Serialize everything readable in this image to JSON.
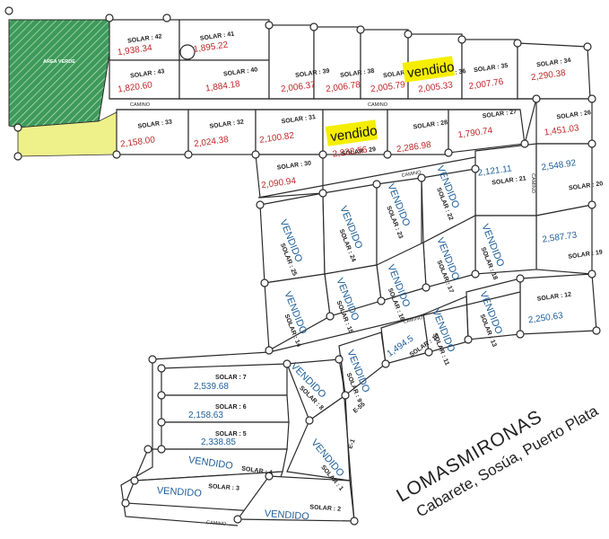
{
  "title": "LOMASMIRONAS",
  "subtitle": "Cabarete, Sosúa, Puerto Plata",
  "area_verde": "AREA VERDE",
  "road_label": "CAMINO",
  "sticky_label": "vendido",
  "colors": {
    "lot_area_red": "#c0282a",
    "lot_area_blue": "#1e5e9a",
    "green_area": "#3e9a5a",
    "sticky": "#f5ee00",
    "reserve_yellow": "#eef08a"
  },
  "lots": [
    {
      "name": "SOLAR : 42",
      "area": "1,938.34"
    },
    {
      "name": "SOLAR : 41",
      "area": "1,895.22"
    },
    {
      "name": "SOLAR : 43",
      "area": "1,820.60"
    },
    {
      "name": "SOLAR : 40",
      "area": "1,884.18"
    },
    {
      "name": "SOLAR : 39",
      "area": "2,006.37"
    },
    {
      "name": "SOLAR : 38",
      "area": "2,006.78"
    },
    {
      "name": "SOLAR : 37",
      "area": "2,005.79"
    },
    {
      "name": "SOLAR : 36",
      "area": "2,005.33"
    },
    {
      "name": "SOLAR : 35",
      "area": "2,007.76"
    },
    {
      "name": "SOLAR : 34",
      "area": "2,290.38"
    },
    {
      "name": "SOLAR : 33",
      "area": "2,158.00"
    },
    {
      "name": "SOLAR : 32",
      "area": "2,024.38"
    },
    {
      "name": "SOLAR : 31",
      "area": "2,100.82"
    },
    {
      "name": "SOLAR : 29",
      "area": "2,833.56"
    },
    {
      "name": "SOLAR : 28",
      "area": "2,286.98"
    },
    {
      "name": "SOLAR : 27",
      "area": "1,790.74"
    },
    {
      "name": "SOLAR : 26",
      "area": "1,451.03"
    },
    {
      "name": "SOLAR : 30",
      "area": "2,090.94"
    },
    {
      "name": "SOLAR : 21",
      "area": "2,121.11"
    },
    {
      "name": "SOLAR : 20",
      "area": "2,548.92"
    },
    {
      "name": "SOLAR : 19",
      "area": "2,587.73"
    },
    {
      "name": "SOLAR : 12",
      "area": "2,250.63"
    },
    {
      "name": "SOLAR : 10",
      "area": "1,494.5"
    },
    {
      "name": "SOLAR : 7",
      "area": "2,539.68"
    },
    {
      "name": "SOLAR : 6",
      "area": "2,158.63"
    },
    {
      "name": "SOLAR : 5",
      "area": "2,338.85"
    }
  ],
  "sold_lots": [
    {
      "name": "SOLAR : 25",
      "status": "VENDIDO"
    },
    {
      "name": "SOLAR : 24",
      "status": "VENDIDO"
    },
    {
      "name": "SOLAR : 23",
      "status": "VENDIDO"
    },
    {
      "name": "SOLAR : 22",
      "status": "VENDIDO"
    },
    {
      "name": "SOLAR : 18",
      "status": "VENDIDO"
    },
    {
      "name": "SOLAR : 17",
      "status": "VENDIDO"
    },
    {
      "name": "SOLAR : 16",
      "status": "VENDIDO"
    },
    {
      "name": "SOLAR : 15",
      "status": "VENDIDO"
    },
    {
      "name": "SOLAR : 14",
      "status": "VENDIDO"
    },
    {
      "name": "SOLAR : 13",
      "status": "VENDIDO"
    },
    {
      "name": "SOLAR : 11",
      "status": "VENDIDO"
    },
    {
      "name": "SOLAR : 9",
      "status": "VENDIDO"
    },
    {
      "name": "SOLAR : 8",
      "status": "VENDIDO"
    },
    {
      "name": "SOLAR : 4",
      "status": "VENDIDO"
    },
    {
      "name": "SOLAR : 3",
      "status": "VENDIDO"
    },
    {
      "name": "SOLAR : 2",
      "status": "VENDIDO"
    },
    {
      "name": "SOLAR : 1",
      "status": "VENDIDO"
    }
  ],
  "markers": {
    "e55": "E-55",
    "e1": "E-1"
  }
}
